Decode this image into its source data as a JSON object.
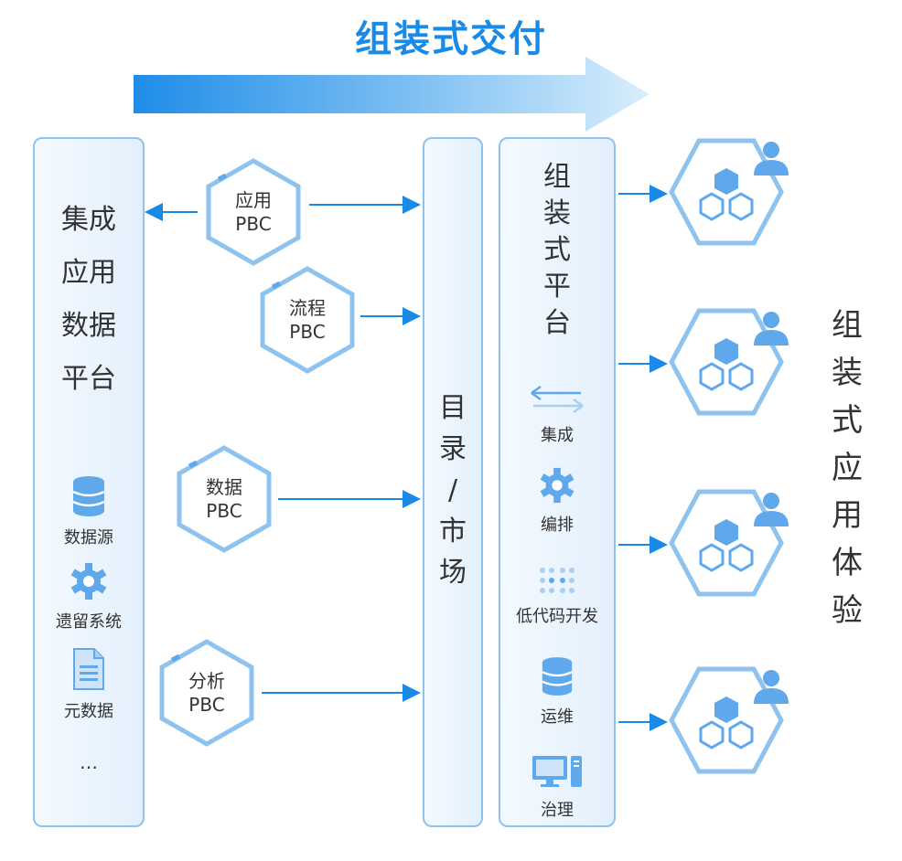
{
  "title": "组装式交付",
  "left_panel": {
    "title_lines": [
      "集成",
      "应用",
      "数据",
      "平台"
    ],
    "items": [
      {
        "label": "数据源",
        "icon": "database-icon"
      },
      {
        "label": "遗留系统",
        "icon": "gear-icon"
      },
      {
        "label": "元数据",
        "icon": "document-icon"
      }
    ],
    "ellipsis": "…"
  },
  "pbcs": [
    {
      "line1": "应用",
      "line2": "PBC"
    },
    {
      "line1": "流程",
      "line2": "PBC"
    },
    {
      "line1": "数据",
      "line2": "PBC"
    },
    {
      "line1": "分析",
      "line2": "PBC"
    }
  ],
  "middle_panel": {
    "chars": [
      "目",
      "录",
      "/",
      "市",
      "场"
    ]
  },
  "right_panel": {
    "title_chars": [
      "组",
      "装",
      "式",
      "平",
      "台"
    ],
    "items": [
      {
        "label": "集成",
        "icon": "exchange-arrows-icon"
      },
      {
        "label": "编排",
        "icon": "gear-icon"
      },
      {
        "label": "低代码开发",
        "icon": "grid-dots-icon"
      },
      {
        "label": "运维",
        "icon": "database-icon"
      },
      {
        "label": "治理",
        "icon": "computer-icon"
      }
    ]
  },
  "experience_text": [
    "组",
    "装",
    "式",
    "应",
    "用",
    "体",
    "验"
  ],
  "colors": {
    "accent": "#1a8ae8",
    "panel_border": "#8ec3f0",
    "hex_fill": "#5fa8ec"
  }
}
